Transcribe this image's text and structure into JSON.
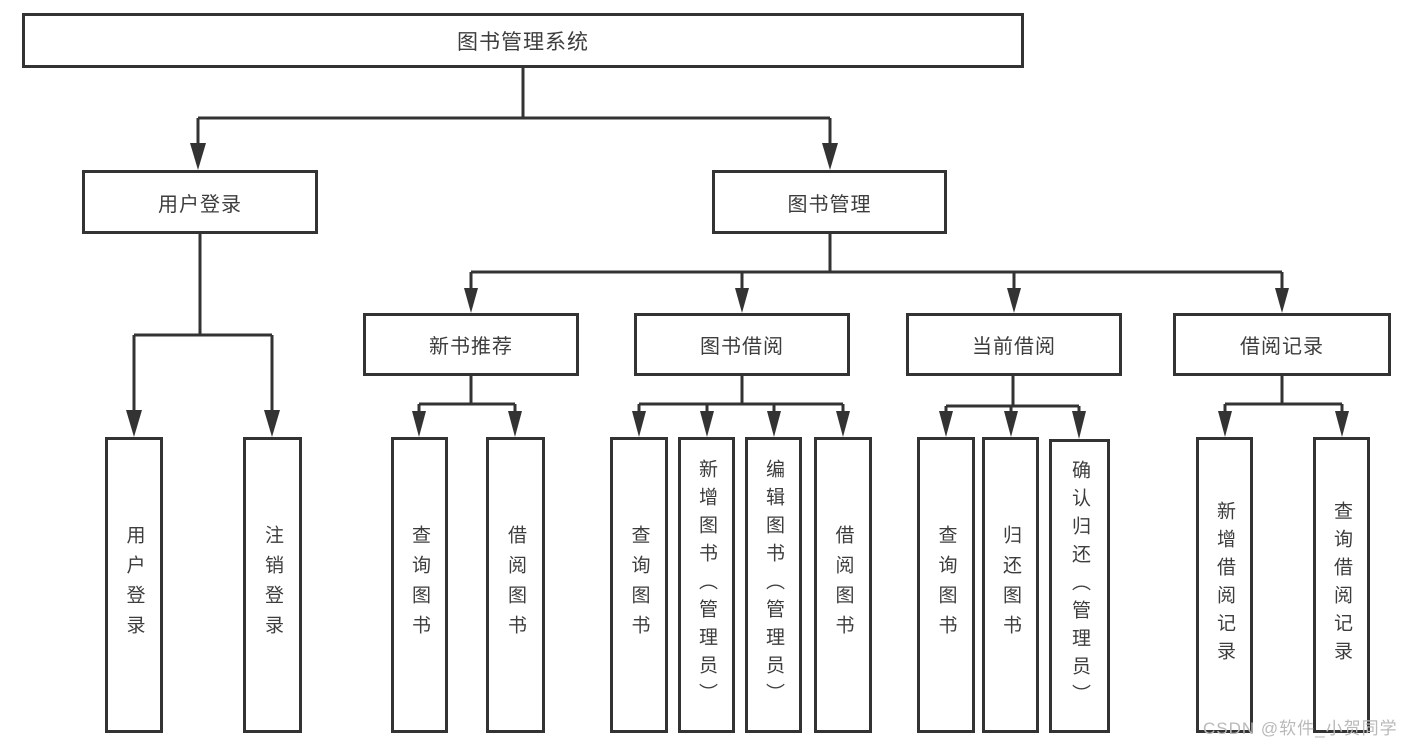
{
  "tree": {
    "root": {
      "label": "图书管理系统"
    },
    "level1": [
      {
        "label": "用户登录",
        "children": [
          {
            "label": "用户登录"
          },
          {
            "label": "注销登录"
          }
        ]
      },
      {
        "label": "图书管理",
        "children": [
          {
            "label": "新书推荐",
            "children": [
              {
                "label": "查询图书"
              },
              {
                "label": "借阅图书"
              }
            ]
          },
          {
            "label": "图书借阅",
            "children": [
              {
                "label": "查询图书"
              },
              {
                "label": "新增图书（管理员）"
              },
              {
                "label": "编辑图书（管理员）"
              },
              {
                "label": "借阅图书"
              }
            ]
          },
          {
            "label": "当前借阅",
            "children": [
              {
                "label": "查询图书"
              },
              {
                "label": "归还图书"
              },
              {
                "label": "确认归还（管理员）"
              }
            ]
          },
          {
            "label": "借阅记录",
            "children": [
              {
                "label": "新增借阅记录"
              },
              {
                "label": "查询借阅记录"
              }
            ]
          }
        ]
      }
    ]
  },
  "watermark": {
    "text": "CSDN @软件_小贺同学"
  },
  "colors": {
    "line": "#333333",
    "text": "#3d3d3d",
    "watermark": "#b9b9b9",
    "background": "#ffffff"
  }
}
